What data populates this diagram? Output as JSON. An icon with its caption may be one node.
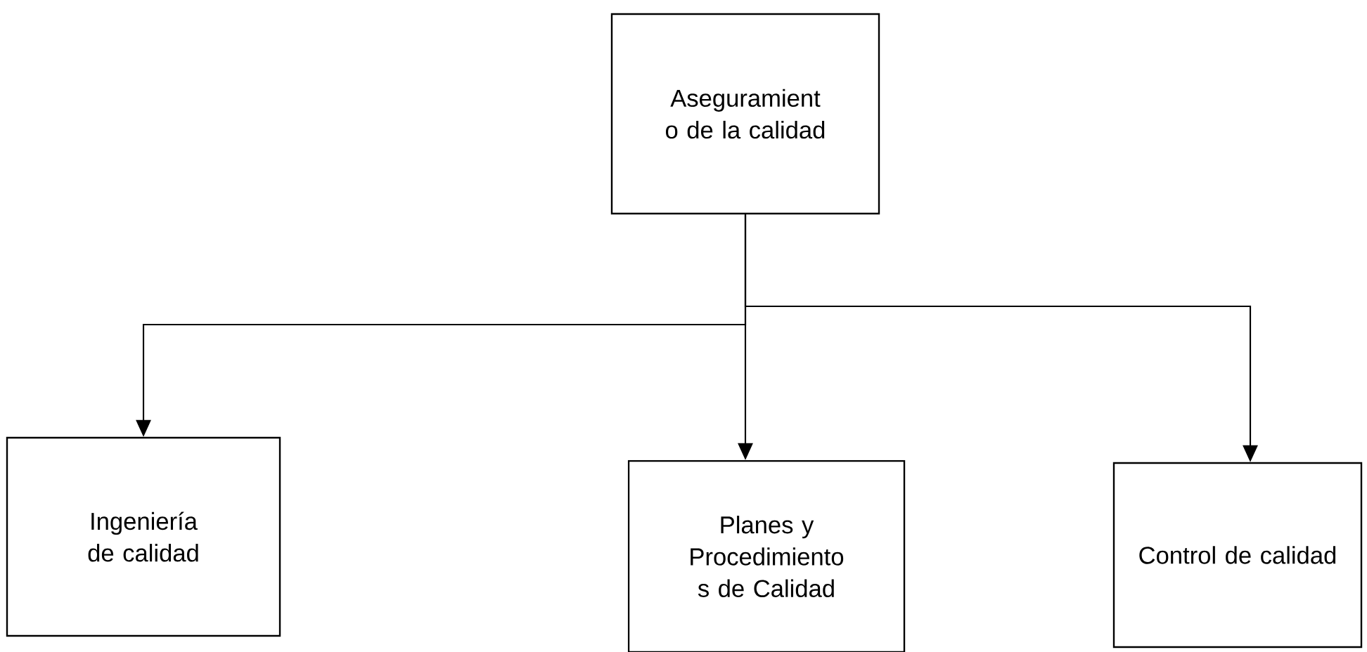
{
  "diagram": {
    "nodes": [
      {
        "text": [
          "Aseguramient o de la calidad"
        ]
      },
      {
        "text": [
          "Ingeniería de calidad"
        ]
      },
      {
        "text": [
          "Planes y Procedimiento s de Calidad"
        ]
      },
      {
        "text": [
          "Control de calidad"
        ]
      }
    ],
    "edges": [
      {
        "from": 0,
        "to": 1,
        "arrow": "to"
      },
      {
        "from": 0,
        "to": 2,
        "arrow": "to"
      },
      {
        "from": 0,
        "to": 3,
        "arrow": "to"
      }
    ]
  }
}
